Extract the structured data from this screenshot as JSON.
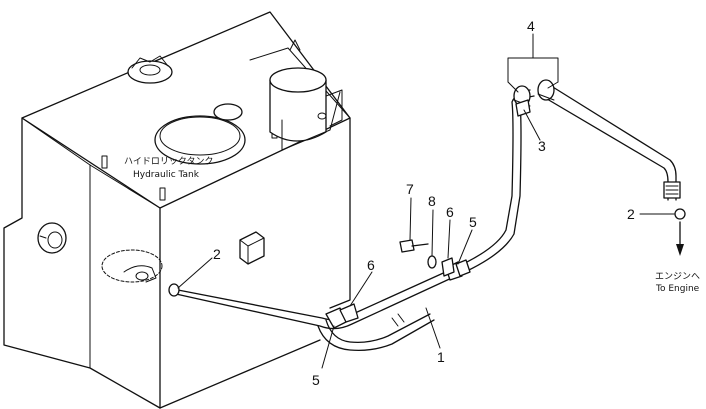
{
  "tank": {
    "label_jp": "ハイドロリックタンク",
    "label_en": "Hydraulic Tank"
  },
  "callouts": {
    "c1": "1",
    "c2_left": "2",
    "c2_right": "2",
    "c3": "3",
    "c4": "4",
    "c5_left": "5",
    "c5_right": "5",
    "c6_left": "6",
    "c6_right": "6",
    "c7": "7",
    "c8": "8"
  },
  "engine": {
    "label_jp": "エンジンへ",
    "label_en": "To Engine"
  }
}
